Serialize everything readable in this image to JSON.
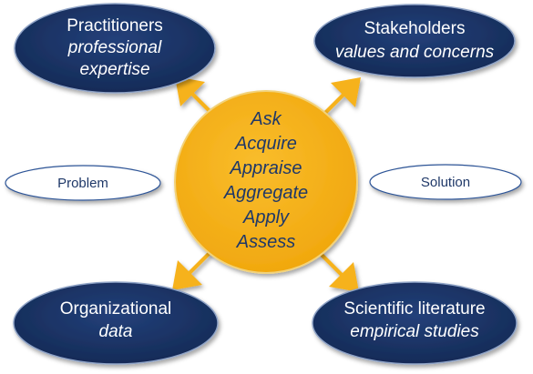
{
  "colors": {
    "navy": "#1b3466",
    "navy_stroke": "#8fa3c6",
    "center_fill": "#f6b21e",
    "center_stroke": "#f2d27a",
    "arrow": "#f6b21e",
    "side_fill": "#ffffff",
    "side_stroke": "#2e5597",
    "dark_text": "#1f3868"
  },
  "center": {
    "steps": [
      "Ask",
      "Acquire",
      "Appraise",
      "Aggregate",
      "Apply",
      "Assess"
    ]
  },
  "nodes": {
    "top_left": {
      "title": "Practitioners",
      "subtitle_line1": "professional",
      "subtitle_line2": "expertise"
    },
    "top_right": {
      "title": "Stakeholders",
      "subtitle": "values and concerns"
    },
    "bottom_left": {
      "title": "Organizational",
      "subtitle": "data"
    },
    "bottom_right": {
      "title": "Scientific literature",
      "subtitle": "empirical studies"
    }
  },
  "side_labels": {
    "left": "Problem",
    "right": "Solution"
  }
}
